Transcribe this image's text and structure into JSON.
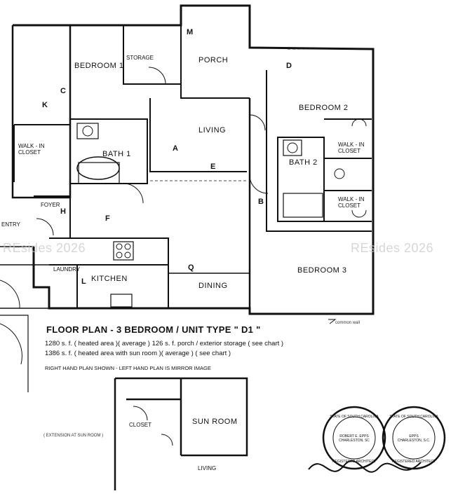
{
  "watermark": "REsides 2026",
  "rooms": {
    "bedroom1": "BEDROOM 1",
    "storage": "STORAGE",
    "porch": "PORCH",
    "living": "LIVING",
    "bedroom2": "BEDROOM 2",
    "walkin_left": "WALK - IN\nCLOSET",
    "bath1": "BATH 1",
    "bath2": "BATH 2",
    "walkin_r1": "WALK - IN\nCLOSET",
    "walkin_r2": "WALK - IN\nCLOSET",
    "foyer": "FOYER",
    "entry": "ENTRY",
    "laundry": "LAUNDRY",
    "kitchen": "KITCHEN",
    "dining": "DINING",
    "bedroom3": "BEDROOM 3",
    "closet": "CLOSET",
    "sunroom": "SUN ROOM",
    "living_lower": "LIVING"
  },
  "marks": [
    "M",
    "D",
    "K",
    "C",
    "A",
    "E",
    "B",
    "H",
    "F",
    "Q",
    "L"
  ],
  "notes": {
    "common_wall": "common wall",
    "extension": "( EXTENSION AT SUN ROOM )"
  },
  "title": "FLOOR PLAN - 3 BEDROOM / UNIT TYPE \" D1 \"",
  "lines": [
    "1280 s. f. ( heated area )( average ) 126 s. f. porch / exterior storage ( see chart )",
    "1386 s. f. ( heated area with sun room )( average ) ( see chart )",
    "RIGHT HAND PLAN SHOWN - LEFT HAND PLAN IS MIRROR IMAGE"
  ],
  "stamp_left": {
    "top": "STATE OF SOUTH CAROLINA",
    "mid": "ROBERT E. EPPS\nCHARLESTON, SC",
    "bottom": "REGISTERED ARCHITECT"
  },
  "stamp_right": {
    "top": "STATE OF SOUTH CAROLINA",
    "mid": "EPPS\nCHARLESTON, S.C.",
    "bottom": "REGISTERED ARCHITECT"
  }
}
